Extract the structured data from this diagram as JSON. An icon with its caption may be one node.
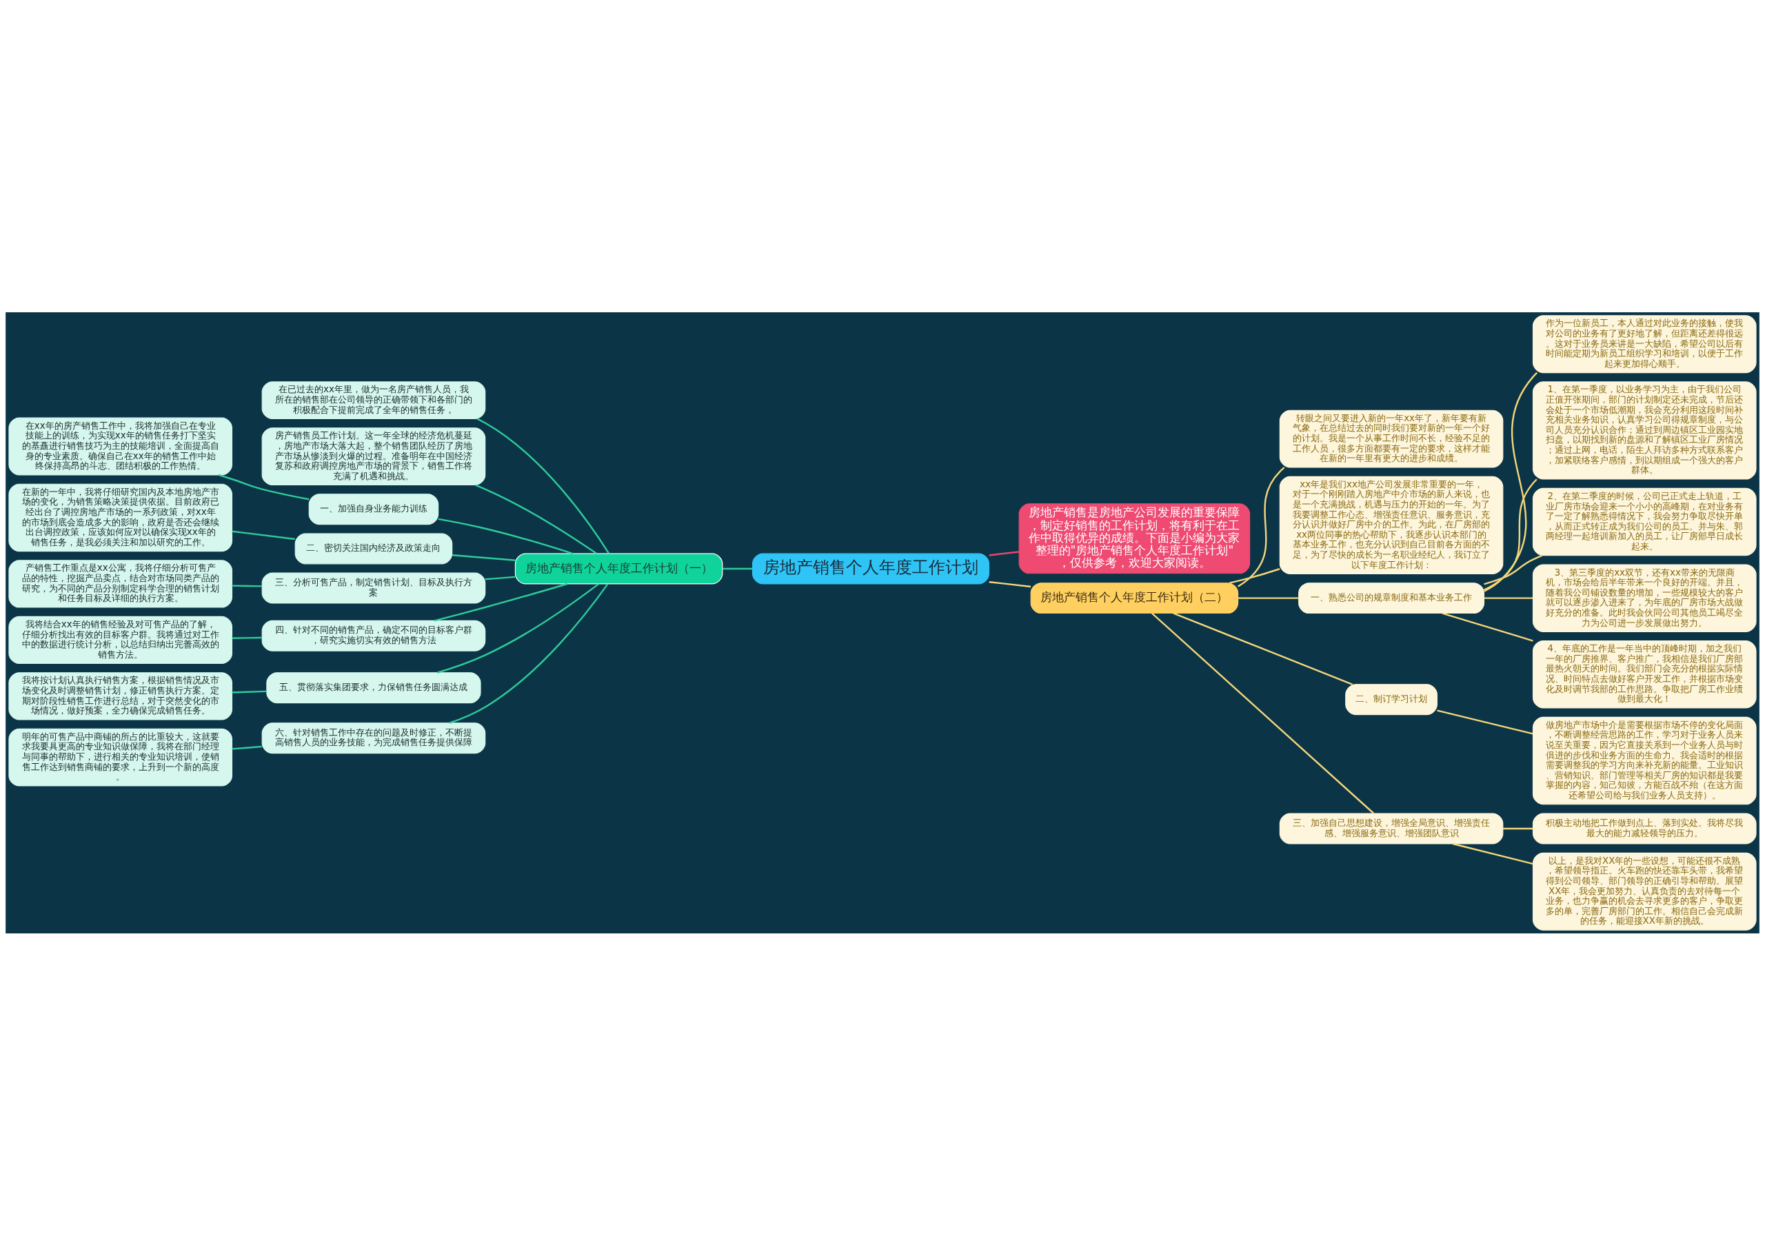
{
  "diagram": {
    "nodes": [
      {
        "text": [
          "房地产销售个人年度工作计划"
        ]
      },
      {
        "text": [
          "房地产销售是房地产公司发展的重要保障，制定好销售的工作计划，将有利于在工作中取得优异的成绩。下面是小编为大家整理的\"房地产销售个人年度工作计划\"，仅供参考，欢迎大家阅读。"
        ]
      },
      {
        "text": [
          "房地产销售个人年度工作计划（一）"
        ]
      },
      {
        "text": [
          "在已过去的xx年里，做为一名房产销售人员，我所在的销售部在公司领导的正确带领下和各部门的积极配合下提前完成了全年的销售任务，"
        ]
      },
      {
        "text": [
          "房产销售员工作计划。这一年全球的经济危机蔓延，房地产市场大落大起，整个销售团队经历了房地产市场从惨淡到火爆的过程。准备明年在中国经济复苏和政府调控房地产市场的背景下，销售工作将充满了机遇和挑战。"
        ]
      },
      {
        "text": [
          "一、加强自身业务能力训练"
        ]
      },
      {
        "text": [
          "在xx年的房产销售工作中，我将加强自己在专业技能上的训练，为实现xx年的销售任务打下坚实的基矗进行销售技巧为主的技能培训，全面提高自身的专业素质。确保自己在xx年的销售工作中始终保持高昂的斗志、团结积极的工作热情。"
        ]
      },
      {
        "text": [
          "二、密切关注国内经济及政策走向"
        ]
      },
      {
        "text": [
          "在新的一年中，我将仔细研究国内及本地房地产市场的变化，为销售策略决策提供依据。目前政府已经出台了调控房地产市场的一系列政策，对xx年的市场到底会造成多大的影响，政府是否还会继续出台调控政策，应该如何应对以确保实现xx年的销售任务，是我必须关注和加以研究的工作。"
        ]
      },
      {
        "text": [
          "三、分析可售产品，制定销售计划、目标及执行方案"
        ]
      },
      {
        "text": [
          "产销售工作重点是xx公寓，我将仔细分析可售产品的特性，挖掘产品卖点，结合对市场同类产品的研究，为不同的产品分别制定科学合理的销售计划和任务目标及详细的执行方案。"
        ]
      },
      {
        "text": [
          "四、针对不同的销售产品，确定不同的目标客户群，研究实施切实有效的销售方法"
        ]
      },
      {
        "text": [
          "我将结合xx年的销售经验及对可售产品的了解，仔细分析找出有效的目标客户群。我将通过对工作中的数据进行统计分析，以总结归纳出完善高效的销售方法。"
        ]
      },
      {
        "text": [
          "五、贯彻落实集团要求，力保销售任务圆满达成"
        ]
      },
      {
        "text": [
          "我将按计划认真执行销售方案，根据销售情况及市场变化及时调整销售计划，修正销售执行方案。定期对阶段性销售工作进行总结，对于突然变化的市场情况，做好预案，全力确保完成销售任务。"
        ]
      },
      {
        "text": [
          "六、针对销售工作中存在的问题及时修正，不断提高销售人员的业务技能，为完成销售任务提供保障"
        ]
      },
      {
        "text": [
          "明年的可售产品中商铺的所占的比重较大，这就要求我要具更高的专业知识做保障，我将在部门经理与同事的帮助下，进行相关的专业知识培训，使销售工作达到销售商铺的要求，上升到一个新的高度。"
        ]
      },
      {
        "text": [
          "房地产销售个人年度工作计划（二）"
        ]
      },
      {
        "text": [
          "转眼之间又要进入新的一年xx年了，新年要有新气象，在总结过去的同时我们要对新的一年一个好的计划。我是一个从事工作时间不长，经验不足的工作人员，很多方面都要有一定的要求，这样才能在新的一年里有更大的进步和成绩。"
        ]
      },
      {
        "text": [
          "xx年是我们xx地产公司发展非常重要的一年，对于一个刚刚踏入房地产中介市场的新人来说，也是一个充满挑战，机遇与压力的开始的一年。为了我要调整工作心态、增强责任意识、服务意识，充分认识并做好厂房中介的工作。为此，在厂房部的xx两位同事的热心帮助下，我逐步认识本部门的基本业务工作，也充分认识到自己目前各方面的不足，为了尽快的成长为一名职业经纪人，我订立了以下年度工作计划："
        ]
      },
      {
        "text": [
          "一、熟悉公司的规章制度和基本业务工作"
        ]
      },
      {
        "text": [
          "作为一位新员工，本人通过对此业务的接触，使我对公司的业务有了更好地了解，但距离还差得很远。这对于业务员来讲是一大缺陷，希望公司以后有时间能定期为新员工组织学习和培训，以便于工作起来更加得心顺手。"
        ]
      },
      {
        "text": [
          "1、在第一季度，以业务学习为主，由于我们公司正值开张期间，部门的计划制定还未完成，节后还会处于一个市场低潮期，我会充分利用这段时间补充相关业务知识，认真学习公司得规章制度，与公司人员充分认识合作；通过到周边镇区工业园实地扫盘，以期找到新的盘源和了解镇区工业厂房情况；通过上网，电话，陌生人拜访多种方式联系客户，加紧联络客户感情，到以期组成一个强大的客户群体。"
        ]
      },
      {
        "text": [
          "2、在第二季度的时候，公司已正式走上轨道，工业厂房市场会迎来一个小小的高峰期，在对业务有了一定了解熟悉得情况下，我会努力争取尽快开单，从而正式转正成为我们公司的员工。并与朱、郭两经理一起培训新加入的员工，让厂房部早日成长起来。"
        ]
      },
      {
        "text": [
          "3、第三季度的xx双节，还有xx带来的无限商机，市场会给后半年带来一个良好的开端。并且，随着我公司铺设数量的增加，一些规模较大的客户就可以逐步渗入进来了，为年底的厂房市场大战做好充分的准备。此时我会伙同公司其他员工竭尽全力为公司进一步发展做出努力。"
        ]
      },
      {
        "text": [
          "4、年底的工作是一年当中的顶峰时期，加之我们一年的厂房推界、客户推广，我相信是我们厂房部最热火朝天的时间。我们部门会充分的根据实际情况、时间特点去做好客户开发工作，并根据市场变化及时调节我部的工作思路。争取把厂房工作业绩做到最大化！"
        ]
      },
      {
        "text": [
          "二、制订学习计划"
        ]
      },
      {
        "text": [
          "做房地产市场中介是需要根据市场不停的变化局面，不断调整经营思路的工作，学习对于业务人员来说至关重要，因为它直接关系到一个业务人员与时俱进的步伐和业务方面的生命力。我会适时的根据需要调整我的学习方向来补充新的能量。工业知识、营销知识、部门管理等相关厂房的知识都是我要掌握的内容，知己知彼，方能百战不殆（在这方面还希望公司给与我们业务人员支持）。"
        ]
      },
      {
        "text": [
          "三、加强自己思想建设，增强全局意识、增强责任感、增强服务意识、增强团队意识"
        ]
      },
      {
        "text": [
          "积极主动地把工作做到点上、落到实处。我将尽我最大的能力减轻领导的压力。"
        ]
      },
      {
        "text": [
          "以上，是我对XX年的一些设想，可能还很不成熟，希望领导指正。火车跑的快还靠车头带，我希望得到公司领导、部门领导的正确引导和帮助。展望XX年，我会更加努力、认真负责的去对待每一个业务，也力争赢的机会去寻求更多的客户，争取更多的单，完善厂房部门的工作。相信自己会完成新的任务，能迎接XX年新的挑战。"
        ]
      }
    ],
    "edges": [
      {
        "from": 0,
        "to": 1,
        "arrow": "none",
        "color": "#e8466e"
      },
      {
        "from": 0,
        "to": 2,
        "arrow": "none"
      },
      {
        "from": 2,
        "to": 3,
        "arrow": "none"
      },
      {
        "from": 2,
        "to": 4,
        "arrow": "none"
      },
      {
        "from": 2,
        "to": 5,
        "arrow": "none"
      },
      {
        "from": 5,
        "to": 6,
        "arrow": "none"
      },
      {
        "from": 2,
        "to": 7,
        "arrow": "none"
      },
      {
        "from": 7,
        "to": 8,
        "arrow": "none"
      },
      {
        "from": 2,
        "to": 9,
        "arrow": "none"
      },
      {
        "from": 9,
        "to": 10,
        "arrow": "none"
      },
      {
        "from": 2,
        "to": 11,
        "arrow": "none"
      },
      {
        "from": 11,
        "to": 12,
        "arrow": "none"
      },
      {
        "from": 2,
        "to": 13,
        "arrow": "none"
      },
      {
        "from": 13,
        "to": 14,
        "arrow": "none"
      },
      {
        "from": 2,
        "to": 15,
        "arrow": "none"
      },
      {
        "from": 15,
        "to": 16,
        "arrow": "none"
      },
      {
        "from": 0,
        "to": 17,
        "arrow": "none",
        "color": "#f5d67a"
      },
      {
        "from": 17,
        "to": 18,
        "arrow": "none",
        "color": "#f5d67a"
      },
      {
        "from": 17,
        "to": 19,
        "arrow": "none",
        "color": "#f5d67a"
      },
      {
        "from": 17,
        "to": 20,
        "arrow": "none",
        "color": "#f5d67a"
      },
      {
        "from": 20,
        "to": 21,
        "arrow": "none",
        "color": "#f5d67a"
      },
      {
        "from": 20,
        "to": 22,
        "arrow": "none",
        "color": "#f5d67a"
      },
      {
        "from": 20,
        "to": 23,
        "arrow": "none",
        "color": "#f5d67a"
      },
      {
        "from": 20,
        "to": 24,
        "arrow": "none",
        "color": "#f5d67a"
      },
      {
        "from": 20,
        "to": 25,
        "arrow": "none",
        "color": "#f5d67a"
      },
      {
        "from": 17,
        "to": 26,
        "arrow": "none",
        "color": "#f5d67a"
      },
      {
        "from": 26,
        "to": 27,
        "arrow": "none",
        "color": "#f5d67a"
      },
      {
        "from": 17,
        "to": 28,
        "arrow": "none",
        "color": "#f5d67a"
      },
      {
        "from": 28,
        "to": 29,
        "arrow": "none",
        "color": "#f5d67a"
      },
      {
        "from": 28,
        "to": 30,
        "arrow": "none",
        "color": "#f5d67a"
      }
    ]
  }
}
